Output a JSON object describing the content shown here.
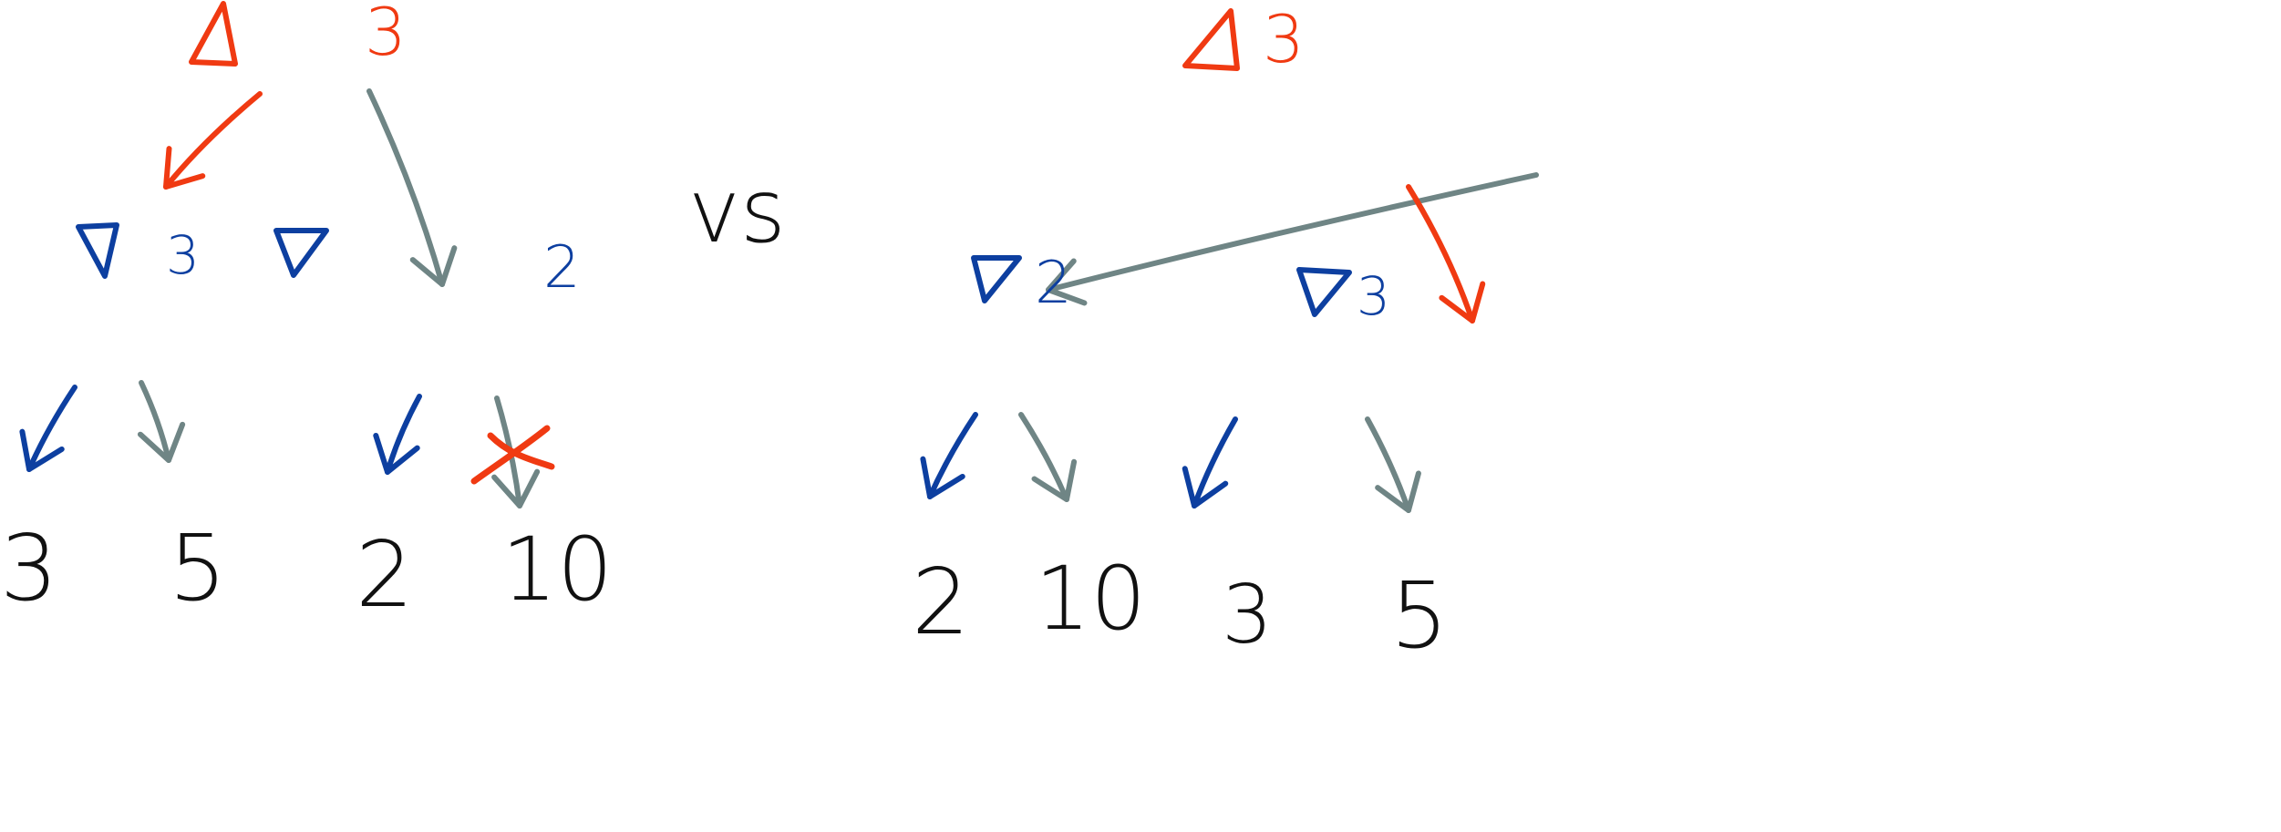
{
  "colors": {
    "max": "#f03a12",
    "min": "#0d3fa0",
    "pruned": "#6f8585",
    "leaf": "#111111",
    "chosen_max": "#f03a12",
    "chosen_min": "#0d3fa0"
  },
  "separator": "vs",
  "left_tree": {
    "root": {
      "type": "max",
      "value": "3"
    },
    "children": [
      {
        "type": "min",
        "value": "3",
        "leaves": [
          "3",
          "5"
        ]
      },
      {
        "type": "min",
        "value": "2",
        "leaves": [
          "2",
          "10"
        ],
        "crossed_leaf": "10"
      }
    ]
  },
  "right_tree": {
    "root": {
      "type": "max",
      "value": "3"
    },
    "children": [
      {
        "type": "min",
        "value": "2",
        "leaves": [
          "2",
          "10"
        ]
      },
      {
        "type": "min",
        "value": "3",
        "leaves": [
          "3",
          "5"
        ]
      }
    ]
  }
}
